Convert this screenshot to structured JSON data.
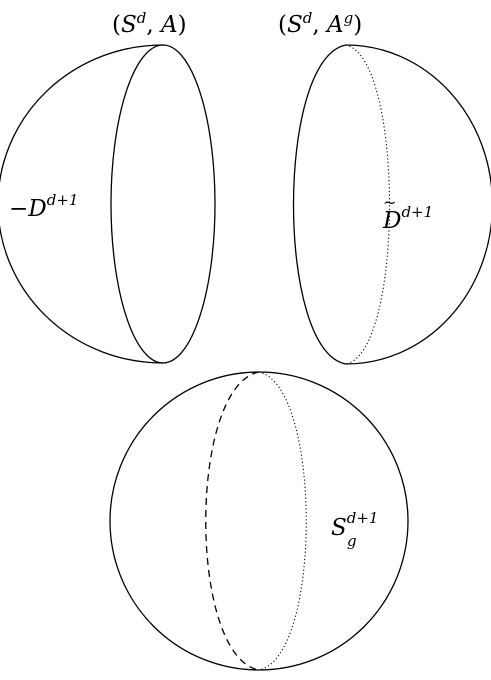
{
  "figure": {
    "top_left": {
      "label": {
        "open": "(",
        "S": "S",
        "S_sup": "d",
        "sep": ", ",
        "A": "A",
        "close": ")"
      },
      "side_label": {
        "minus": "−",
        "D": "D",
        "D_sup": "d+1"
      }
    },
    "top_right": {
      "label": {
        "open": "(",
        "S": "S",
        "S_sup": "d",
        "sep": ", ",
        "A": "A",
        "A_sup": "g",
        "close": ")"
      },
      "side_label": {
        "tilde": "~",
        "D": "D",
        "D_sup": "d+1"
      }
    },
    "bottom": {
      "label": {
        "S": "S",
        "S_sup": "d+1",
        "S_sub": "g"
      }
    }
  }
}
